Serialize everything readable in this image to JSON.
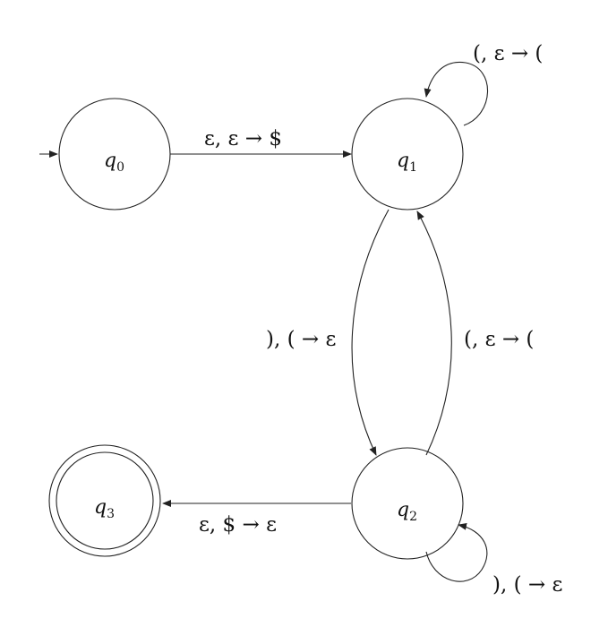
{
  "diagram": {
    "type": "pushdown-automaton",
    "states": [
      {
        "id": "q0",
        "name": "q",
        "sub": "0",
        "start": true,
        "accept": false
      },
      {
        "id": "q1",
        "name": "q",
        "sub": "1",
        "start": false,
        "accept": false
      },
      {
        "id": "q2",
        "name": "q",
        "sub": "2",
        "start": false,
        "accept": false
      },
      {
        "id": "q3",
        "name": "q",
        "sub": "3",
        "start": false,
        "accept": true
      }
    ],
    "transitions": [
      {
        "from": "q0",
        "to": "q1",
        "label": "ε, ε → $"
      },
      {
        "from": "q1",
        "to": "q1",
        "label": "(, ε → ("
      },
      {
        "from": "q1",
        "to": "q2",
        "label": "), ( → ε"
      },
      {
        "from": "q2",
        "to": "q1",
        "label": "(, ε → ("
      },
      {
        "from": "q2",
        "to": "q2",
        "label": "), ( → ε"
      },
      {
        "from": "q2",
        "to": "q3",
        "label": "ε, $ → ε"
      }
    ]
  },
  "colors": {
    "stroke": "#222222",
    "text": "#111111",
    "background": "#ffffff"
  }
}
